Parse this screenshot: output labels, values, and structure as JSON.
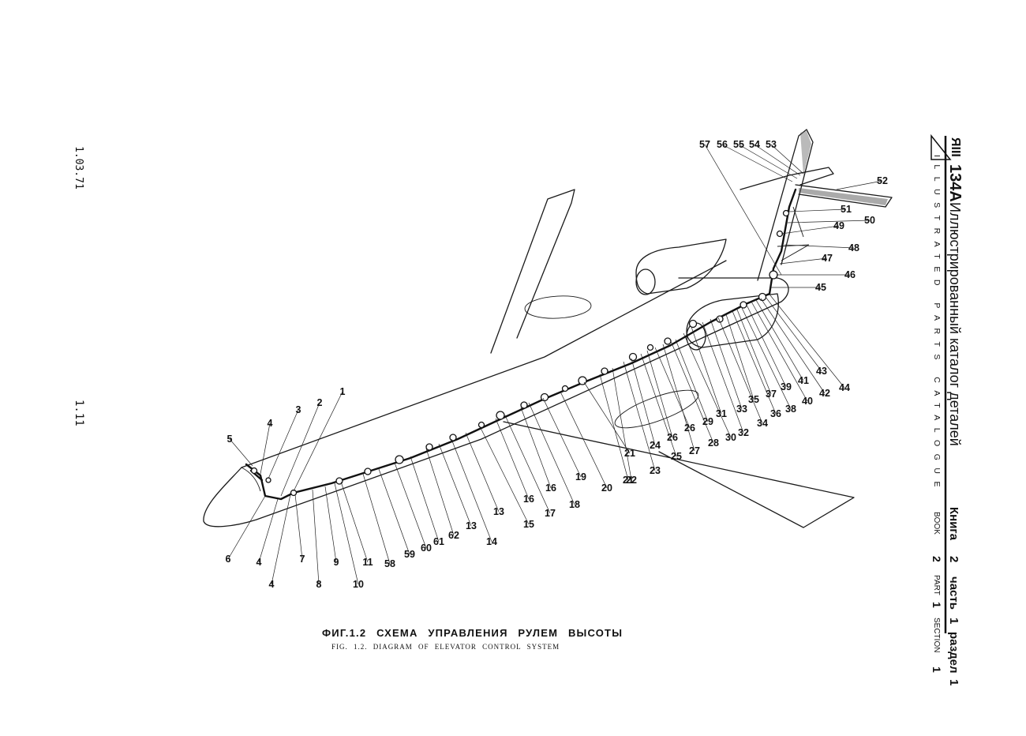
{
  "header": {
    "doc_number": "1.03.71",
    "page_number": "1.11",
    "logo_mark": "ЯIII",
    "model": "134А",
    "title_ru": "Иллюстрированный каталог деталей",
    "title_en": "ILLUSTRATED PARTS CATALOGUE",
    "book_ru_label": "Книга",
    "book_value": "2",
    "part_ru_label": "часть",
    "part_value": "1",
    "section_ru_label": "раздел",
    "section_value": "1",
    "book_en_label": "BOOK",
    "part_en_label": "PART",
    "section_en_label": "SECTION"
  },
  "caption": {
    "ru": "ФИГ.1.2 СХЕМА УПРАВЛЕНИЯ РУЛЕМ ВЫСОТЫ",
    "en": "FIG. 1.2. DIAGRAM OF ELEVATOR CONTROL SYSTEM"
  },
  "callouts": [
    "1",
    "2",
    "3",
    "4",
    "5",
    "6",
    "4",
    "4",
    "7",
    "8",
    "9",
    "10",
    "11",
    "58",
    "59",
    "60",
    "61",
    "62",
    "13",
    "14",
    "13",
    "15",
    "16",
    "17",
    "16",
    "18",
    "19",
    "20",
    "21",
    "21",
    "22",
    "23",
    "24",
    "25",
    "26",
    "26",
    "27",
    "28",
    "29",
    "30",
    "31",
    "32",
    "33",
    "34",
    "35",
    "36",
    "37",
    "38",
    "39",
    "40",
    "41",
    "42",
    "43",
    "44",
    "45",
    "46",
    "47",
    "48",
    "49",
    "50",
    "51",
    "52",
    "53",
    "54",
    "55",
    "56",
    "57"
  ]
}
